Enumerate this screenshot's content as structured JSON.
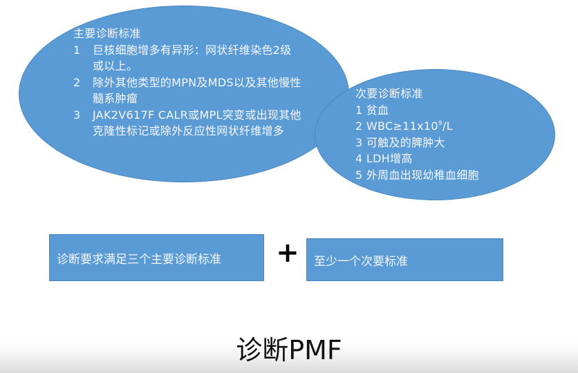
{
  "major_criteria": {
    "heading": "主要诊断标准",
    "items": [
      {
        "num": "1",
        "text": "巨核细胞增多有异形：网状纤维染色2级或以上。"
      },
      {
        "num": "2",
        "text": "除外其他类型的MPN及MDS以及其他慢性髓系肿瘤"
      },
      {
        "num": "3",
        "text": "JAK2V617F CALR或MPL突变或出现其他克隆性标记或除外反应性网状纤维增多"
      }
    ]
  },
  "minor_criteria": {
    "heading": "次要诊断标准",
    "items": [
      {
        "num": "1",
        "text": "贫血"
      },
      {
        "num": "2",
        "text_pre": "WBC≥11x10",
        "sup": "9",
        "text_post": "/L"
      },
      {
        "num": "3",
        "text": "可触及的脾肿大"
      },
      {
        "num": "4",
        "text": "LDH增高"
      },
      {
        "num": "5",
        "text": "外周血出现幼稚血细胞"
      }
    ]
  },
  "requirement": {
    "major_box": "诊断要求满足三个主要诊断标准",
    "plus_symbol": "+",
    "minor_box": "至少一个次要标准"
  },
  "title": "诊断PMF",
  "colors": {
    "shape_fill": "#5b9bd5",
    "shape_border": "#4a86bd",
    "shape_text": "#f4f8fc"
  }
}
